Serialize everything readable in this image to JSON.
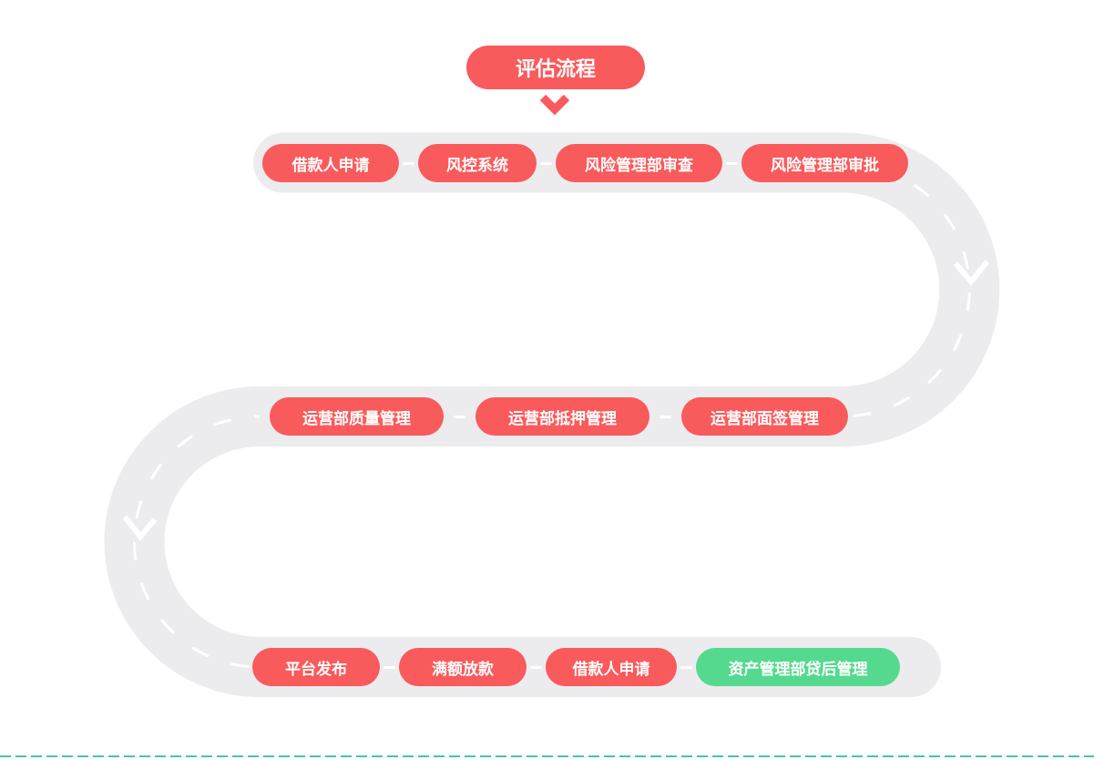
{
  "title": {
    "label": "评估流程"
  },
  "colors": {
    "pill_red": "#F95A5C",
    "pill_green": "#55D98E",
    "road_gray": "#ECECEE",
    "lane_dash_white": "#FFFFFF",
    "bottom_border_teal": "#45C5AC",
    "pill_text": "#FFFFFF"
  },
  "rows": [
    {
      "pills": [
        {
          "label": "借款人申请",
          "variant": "red"
        },
        {
          "label": "风控系统",
          "variant": "red"
        },
        {
          "label": "风险管理部审查",
          "variant": "red"
        },
        {
          "label": "风险管理部审批",
          "variant": "red"
        }
      ]
    },
    {
      "pills": [
        {
          "label": "运营部质量管理",
          "variant": "red"
        },
        {
          "label": "运营部抵押管理",
          "variant": "red"
        },
        {
          "label": "运营部面签管理",
          "variant": "red"
        }
      ]
    },
    {
      "pills": [
        {
          "label": "平台发布",
          "variant": "red"
        },
        {
          "label": "满额放款",
          "variant": "red"
        },
        {
          "label": "借款人申请",
          "variant": "red"
        },
        {
          "label": "资产管理部贷后管理",
          "variant": "green"
        }
      ]
    }
  ],
  "icons": {
    "title_arrow": "chevron-down",
    "right_curve_arrow": "chevron-down",
    "left_curve_arrow": "chevron-down"
  }
}
